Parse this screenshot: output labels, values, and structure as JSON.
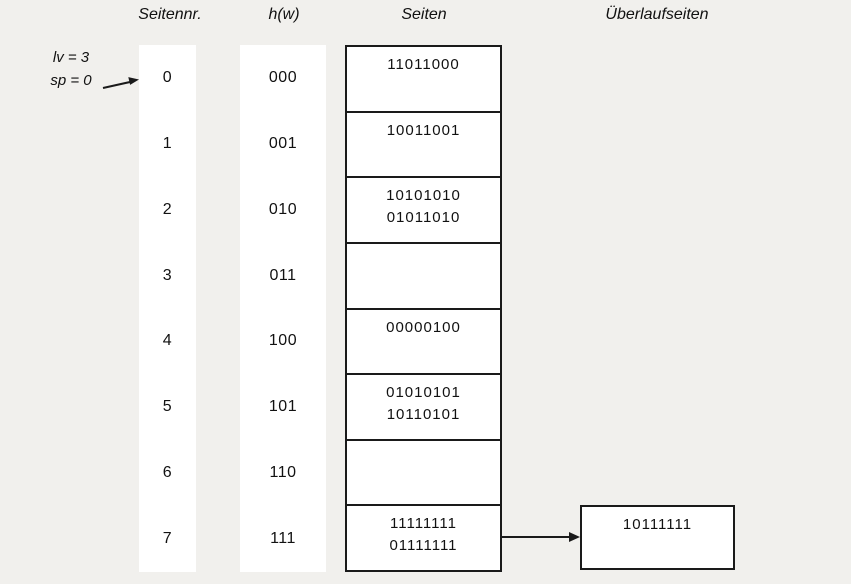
{
  "headers": {
    "page_no": "Seitennr.",
    "hash_fn": "h(w)",
    "pages": "Seiten",
    "overflow": "Überlaufseiten"
  },
  "annotation": {
    "lv": "lv = 3",
    "sp": "sp = 0"
  },
  "rows": [
    {
      "page": "0",
      "hash": "000",
      "entries": [
        "11011000"
      ]
    },
    {
      "page": "1",
      "hash": "001",
      "entries": [
        "10011001"
      ]
    },
    {
      "page": "2",
      "hash": "010",
      "entries": [
        "10101010",
        "01011010"
      ]
    },
    {
      "page": "3",
      "hash": "011",
      "entries": []
    },
    {
      "page": "4",
      "hash": "100",
      "entries": [
        "00000100"
      ]
    },
    {
      "page": "5",
      "hash": "101",
      "entries": [
        "01010101",
        "10110101"
      ]
    },
    {
      "page": "6",
      "hash": "110",
      "entries": []
    },
    {
      "page": "7",
      "hash": "111",
      "entries": [
        "11111111",
        "01111111"
      ]
    }
  ],
  "overflow_pages": [
    {
      "attached_to_row": "7",
      "entries": [
        "10111111"
      ]
    }
  ],
  "colors": {
    "background": "#f1f0ed",
    "column_bg": "#ffffff",
    "line": "#1a1a1a",
    "text": "#111111"
  }
}
